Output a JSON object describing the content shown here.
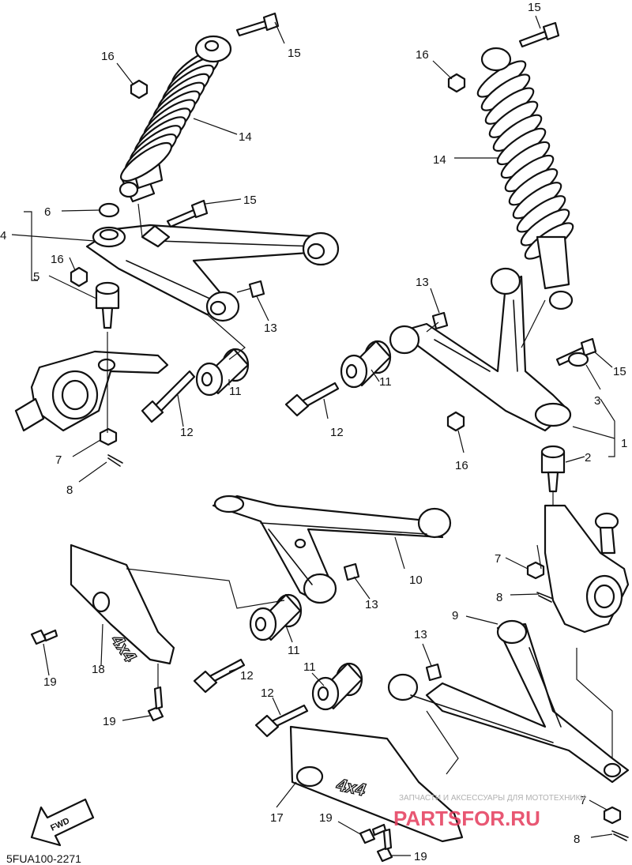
{
  "diagram": {
    "diagram_code": "5FUA100-2271",
    "fwd_label": "FWD",
    "emblem_text": "4x4",
    "watermark": {
      "line1": "ЗАПЧАСТИ И АКСЕССУАРЫ ДЛЯ МОТОТЕХНИКИ",
      "line2": "PARTSFOR.RU"
    },
    "callouts": [
      "15",
      "16",
      "15",
      "16",
      "14",
      "14",
      "6",
      "15",
      "4",
      "16",
      "5",
      "13",
      "13",
      "15",
      "3",
      "1",
      "2",
      "16",
      "11",
      "12",
      "11",
      "12",
      "7",
      "8",
      "10",
      "13",
      "7",
      "8",
      "9",
      "13",
      "19",
      "18",
      "11",
      "12",
      "11",
      "12",
      "19",
      "17",
      "19",
      "19",
      "7",
      "8"
    ]
  }
}
